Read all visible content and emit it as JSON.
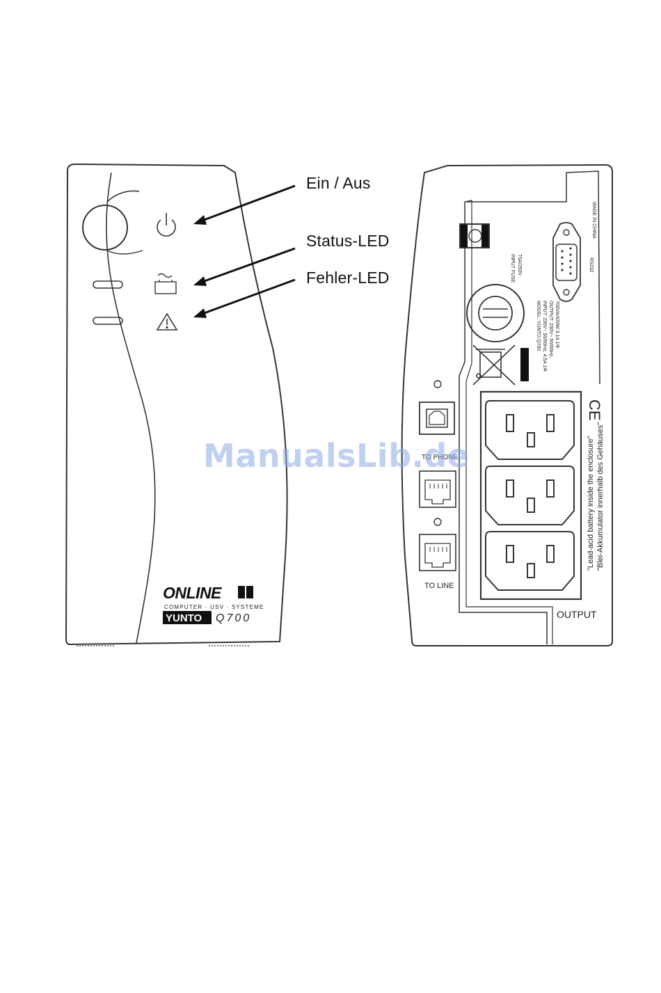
{
  "callouts": {
    "power": "Ein / Aus",
    "status_led": "Status-LED",
    "error_led": "Fehler-LED"
  },
  "front": {
    "brand": "ONLINE",
    "brand_tagline": "COMPUTER · USV · SYSTEME",
    "model_badge": "YUNTO",
    "model_number": "Q700"
  },
  "rear": {
    "made_in": "MADE IN CHINA",
    "input_fuse": "INPUT FUSE",
    "fuse_rating": "T5A/250V",
    "serial_port": "RS232",
    "spec_model": "MODEL: YUNTO Q700",
    "spec_input": "INPUT: 230V~ 50/60Hz, 4.5A 1Φ",
    "spec_output": "OUTPUT: 230V~ 50/60Hz,",
    "spec_power": "700VA/420W 3.1A 1Φ",
    "to_line": "TO LINE",
    "to_phone": "TO PHONE",
    "output": "OUTPUT",
    "ce_mark": "CE",
    "battery_note_en": "\"Lead-acid battery inside the enclosure\"",
    "battery_note_de": "\"Blei-Akkumulator innerhalb des Gehäuses\""
  },
  "watermark": "ManualsLib.de",
  "colors": {
    "line": "#333333",
    "watermark": "#8caae6"
  }
}
